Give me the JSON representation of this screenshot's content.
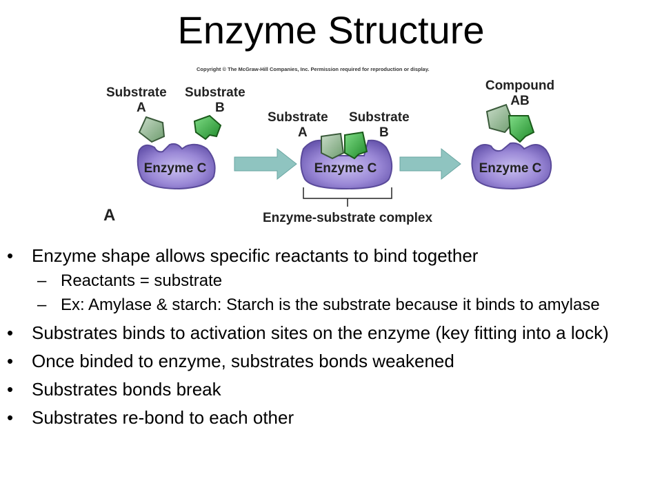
{
  "title": "Enzyme Structure",
  "diagram": {
    "copyright": "Copyright © The McGraw-Hill Companies, Inc. Permission required for reproduction or display.",
    "panel_label": "A",
    "stage1": {
      "substrate_a_line1": "Substrate",
      "substrate_a_line2": "A",
      "substrate_b_line1": "Substrate",
      "substrate_b_line2": "B",
      "enzyme": "Enzyme C"
    },
    "stage2": {
      "substrate_a_line1": "Substrate",
      "substrate_a_line2": "A",
      "substrate_b_line1": "Substrate",
      "substrate_b_line2": "B",
      "enzyme": "Enzyme C",
      "complex_label": "Enzyme-substrate complex"
    },
    "stage3": {
      "compound_line1": "Compound",
      "compound_line2": "AB",
      "enzyme": "Enzyme C"
    },
    "colors": {
      "enzyme": "#9a88d6",
      "enzyme_dark": "#6a58b0",
      "substrate_a": "#8fb98f",
      "substrate_b": "#3fae4a",
      "arrow": "#8fc4c0"
    }
  },
  "bullet_mark": "•",
  "sub_mark": "–",
  "bullets": [
    {
      "text": "Enzyme shape allows specific reactants to bind together",
      "subs": [
        "Reactants = substrate",
        "Ex: Amylase & starch: Starch is the substrate because it binds to amylase"
      ]
    },
    {
      "text": "Substrates binds to activation sites on the enzyme (key fitting into a lock)"
    },
    {
      "text": "Once binded to enzyme, substrates bonds weakened"
    },
    {
      "text": "Substrates bonds break"
    },
    {
      "text": "Substrates re-bond to each other"
    }
  ]
}
